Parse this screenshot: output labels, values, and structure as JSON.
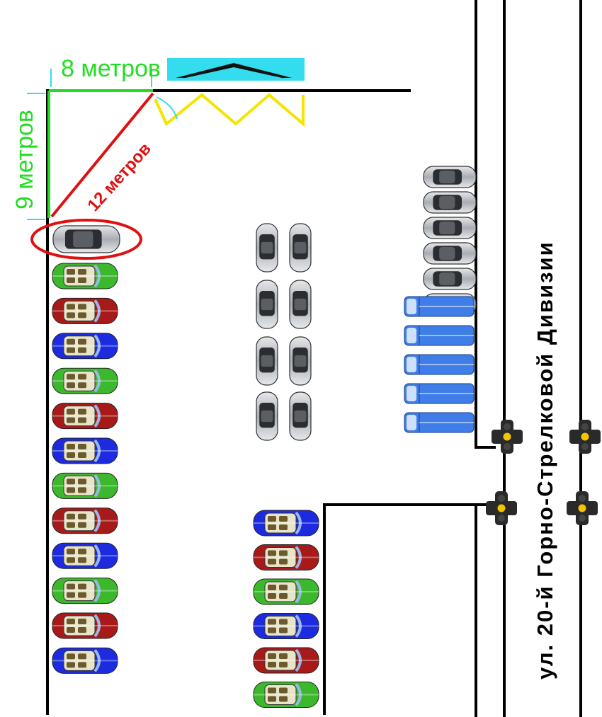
{
  "labels": {
    "width_dimension": "8 метров",
    "height_dimension": "9 метров",
    "diagonal_dimension": "12 метров",
    "street_name": "ул. 20-й Горно-Стрелковой Дивизии"
  },
  "colors": {
    "dimension": "#22dd22",
    "diagonal": "#e01010",
    "highlight_ring": "#e01010",
    "zone_marking": "#f5e400",
    "sign_background": "#33ddee",
    "curb": "#000000"
  },
  "legend_items": [
    {
      "icon": "speed-bump-sign-icon"
    },
    {
      "icon": "yellow-zigzag-marking"
    }
  ],
  "cars": {
    "highlighted_car_color": "#9aa0a6",
    "left_column_colors": [
      "#3cb82c",
      "#a81a1a",
      "#1d2be0",
      "#3cb82c",
      "#a81a1a",
      "#1d2be0",
      "#3cb82c",
      "#a81a1a",
      "#1d2be0",
      "#3cb82c",
      "#a81a1a",
      "#1d2be0"
    ],
    "bottom_column_colors": [
      "#1d2be0",
      "#a81a1a",
      "#3cb82c",
      "#1d2be0",
      "#a81a1a",
      "#3cb82c"
    ],
    "center_grey_count": 8,
    "right_grey_count": 5,
    "right_van_count": 5,
    "van_color": "#3f7de8"
  },
  "traffic_lights_count": 4
}
